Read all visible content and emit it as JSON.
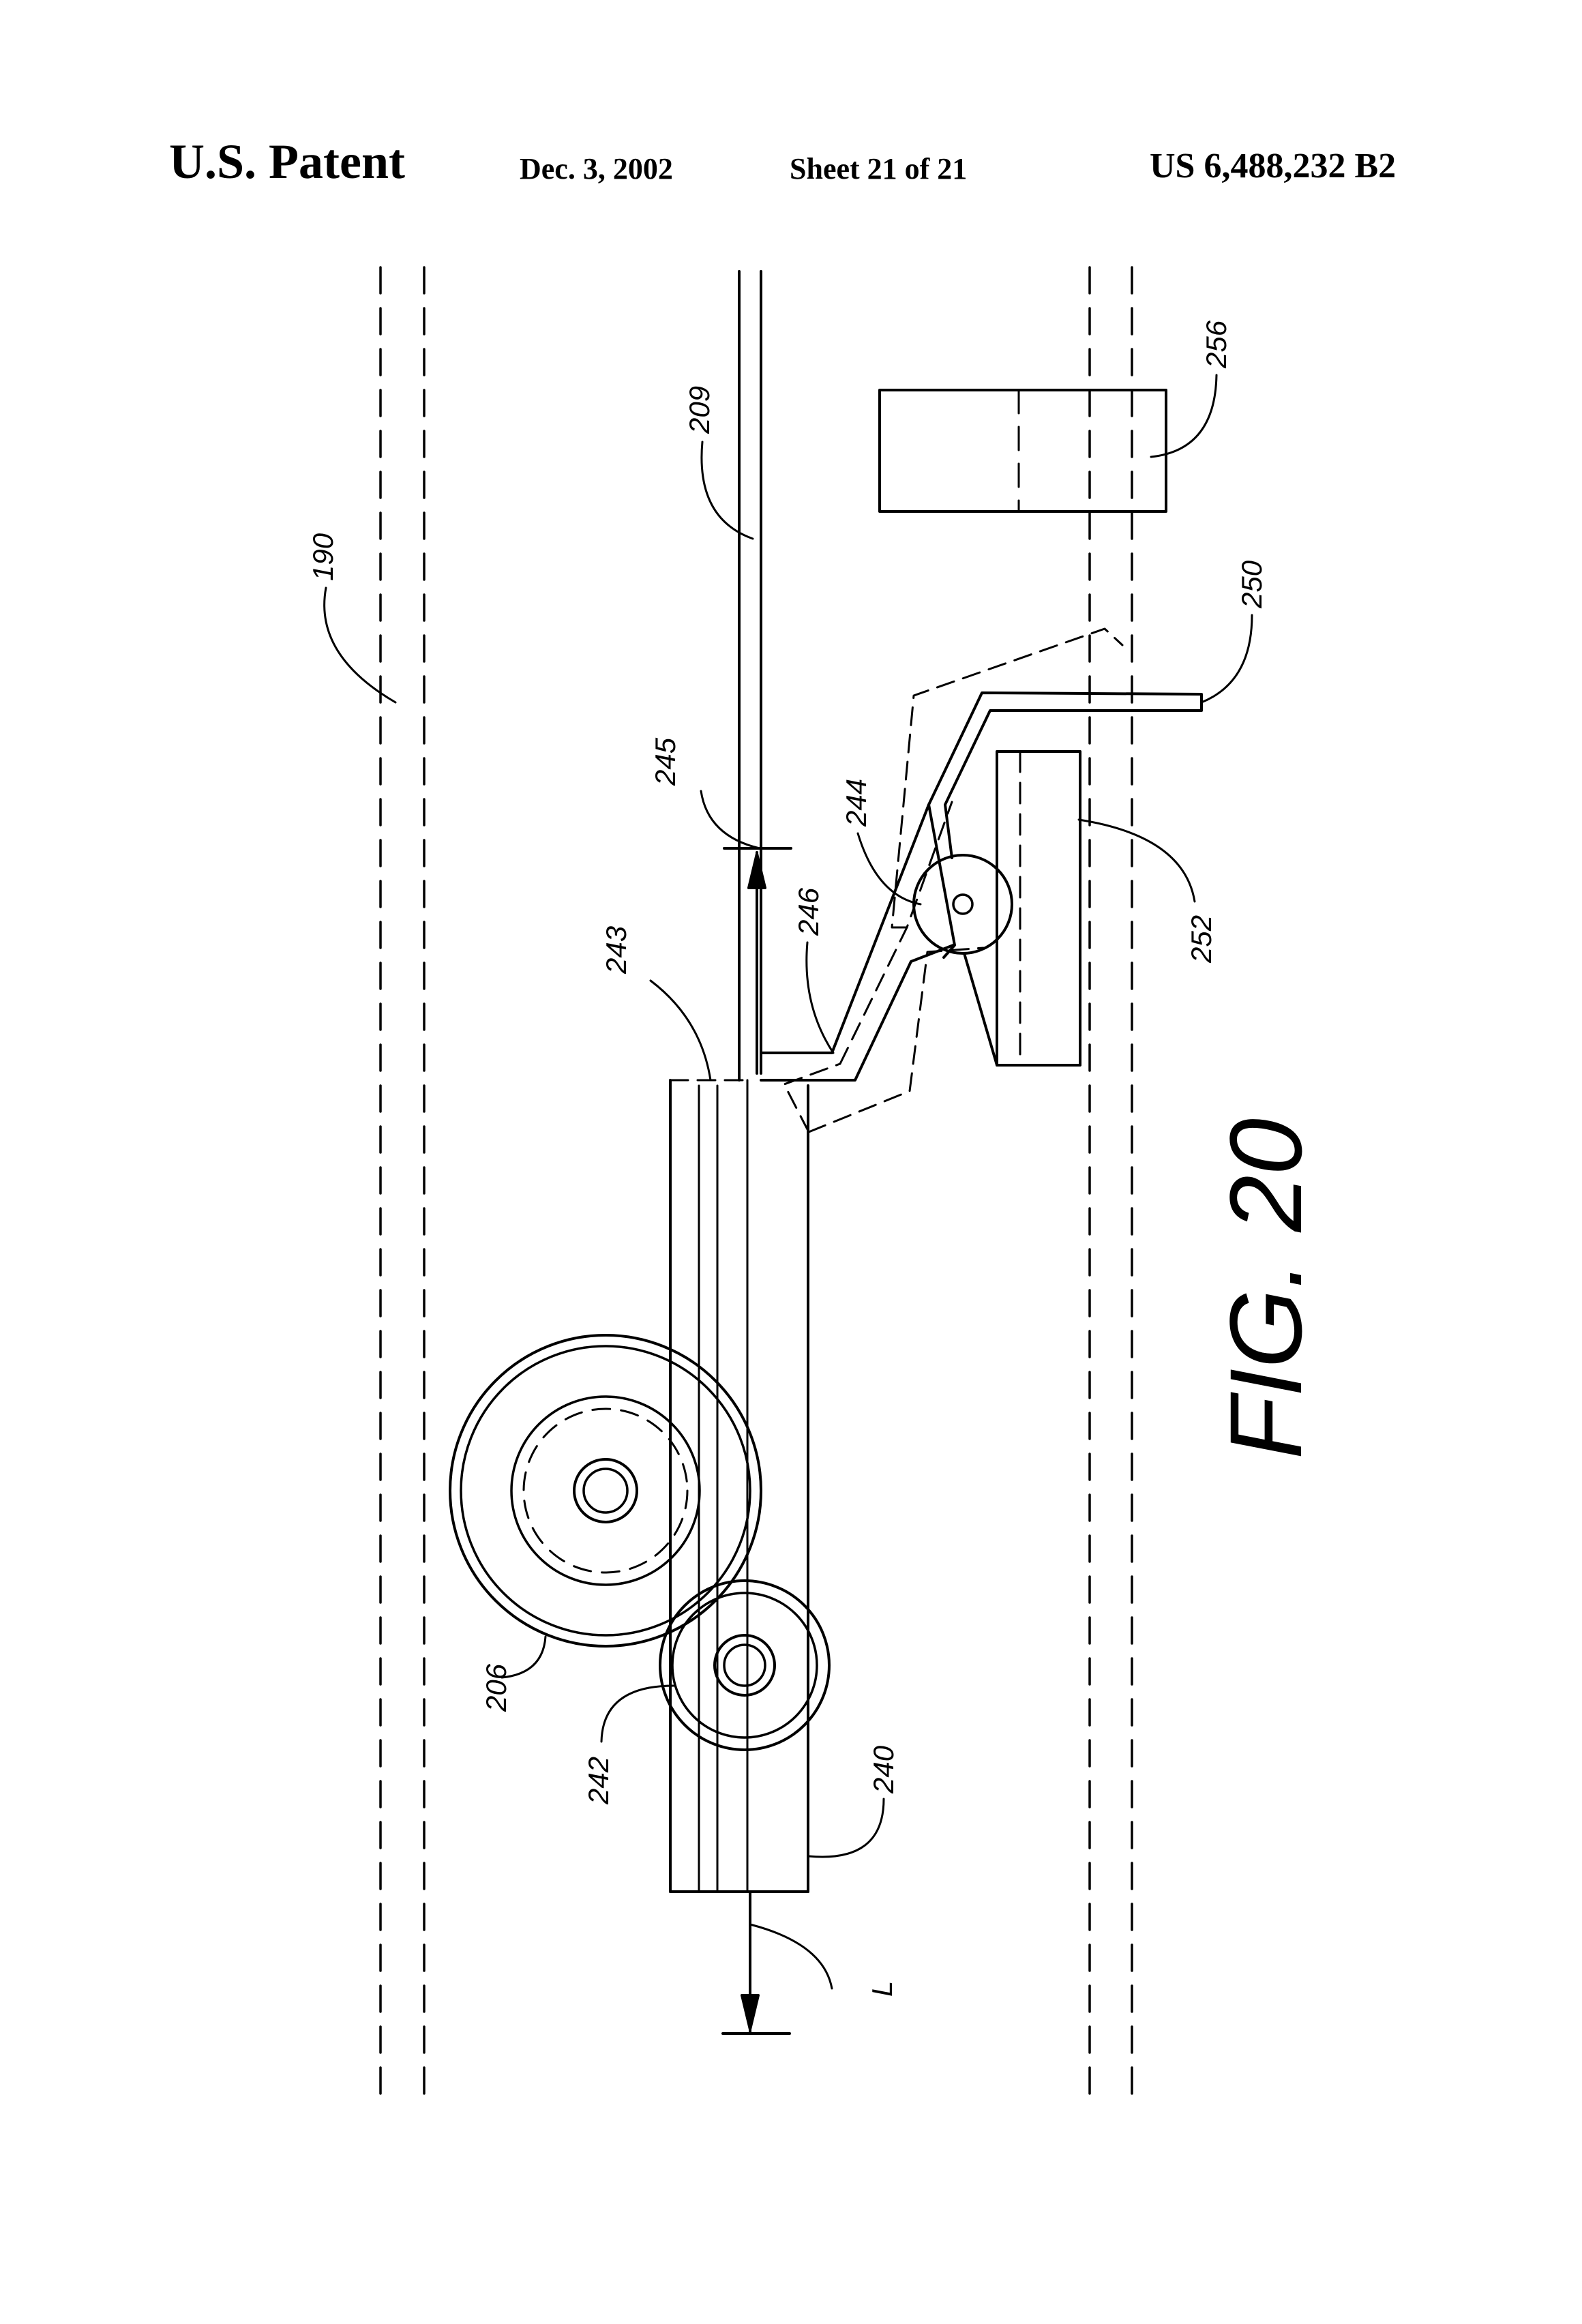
{
  "header": {
    "title": "U.S. Patent",
    "date": "Dec. 3, 2002",
    "sheet": "Sheet 21 of 21",
    "patent_number": "US 6,488,232 B2"
  },
  "figure": {
    "label": "FIG. 20"
  },
  "refs": {
    "r190": "190",
    "r209": "209",
    "r256": "256",
    "r250": "250",
    "r245": "245",
    "r244": "244",
    "r246": "246",
    "r243": "243",
    "r252": "252",
    "r206": "206",
    "r242": "242",
    "r240": "240",
    "rL": "L"
  },
  "colors": {
    "ink": "#000000",
    "paper": "#ffffff"
  }
}
